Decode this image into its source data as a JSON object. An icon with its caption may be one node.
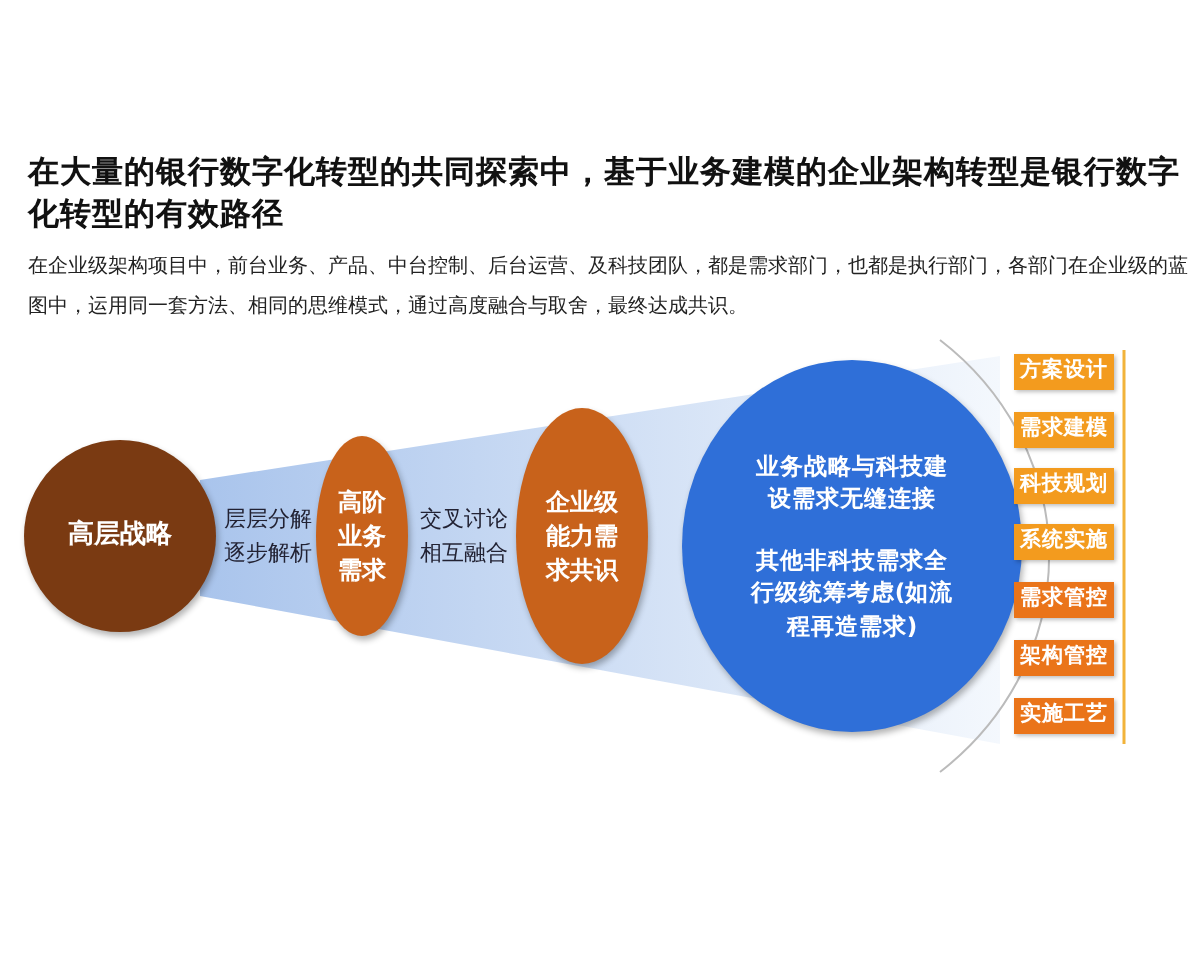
{
  "diagram": {
    "title": "在大量的银行数字化转型的共同探索中，基于业务建模的企业架构转型是银行数字化转型的有效路径",
    "caption": "在企业级架构项目中，前台业务、产品、中台控制、后台运营、及科技团队，都是需求部门，也都是执行部门，各部门在企业级的蓝图中，运用同一套方法、相同的思维模式，通过高度融合与取舍，最终达成共识。",
    "nodes": [
      {
        "text": [
          "高层战略"
        ]
      },
      {
        "text": [
          "高阶业务需求"
        ]
      },
      {
        "text": [
          "企业级能力需求共识"
        ]
      },
      {
        "text": [
          "业务战略与科技建设需求无缝连接",
          "其他非科技需求全行级统筹考虑(如流程再造需求)"
        ]
      },
      {
        "text": [
          "方案设计"
        ]
      },
      {
        "text": [
          "需求建模"
        ]
      },
      {
        "text": [
          "科技规划"
        ]
      },
      {
        "text": [
          "系统实施"
        ]
      },
      {
        "text": [
          "需求管控"
        ]
      },
      {
        "text": [
          "架构管控"
        ]
      },
      {
        "text": [
          "实施工艺"
        ]
      }
    ],
    "labels": [
      "层层分解逐步解析",
      "交叉讨论相互融合"
    ]
  }
}
